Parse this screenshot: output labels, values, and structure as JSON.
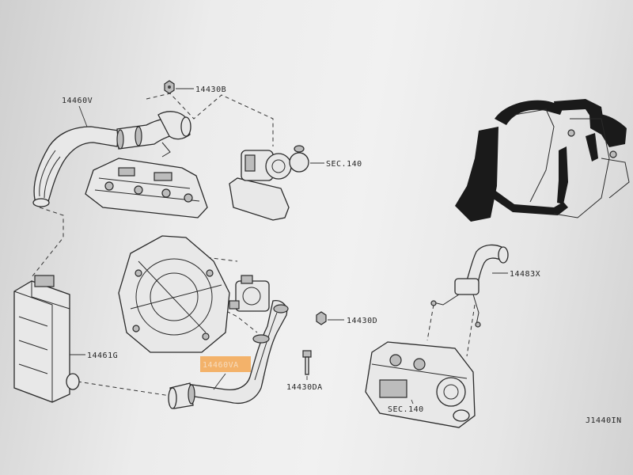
{
  "labels": {
    "hose_upper": "14460V",
    "nut_top": "14430B",
    "sec_turbo": "SEC.140",
    "hose_right": "14483X",
    "bolt_mid": "14430D",
    "intercooler": "14461G",
    "hose_lower": "14460VA",
    "bolt_lower": "14430DA",
    "sec_engine": "SEC.140",
    "figure_code": "J1440IN"
  },
  "colors": {
    "highlight": "#f3b26a",
    "line": "#2a2a2a",
    "silhouette": "#1a1a1a"
  }
}
